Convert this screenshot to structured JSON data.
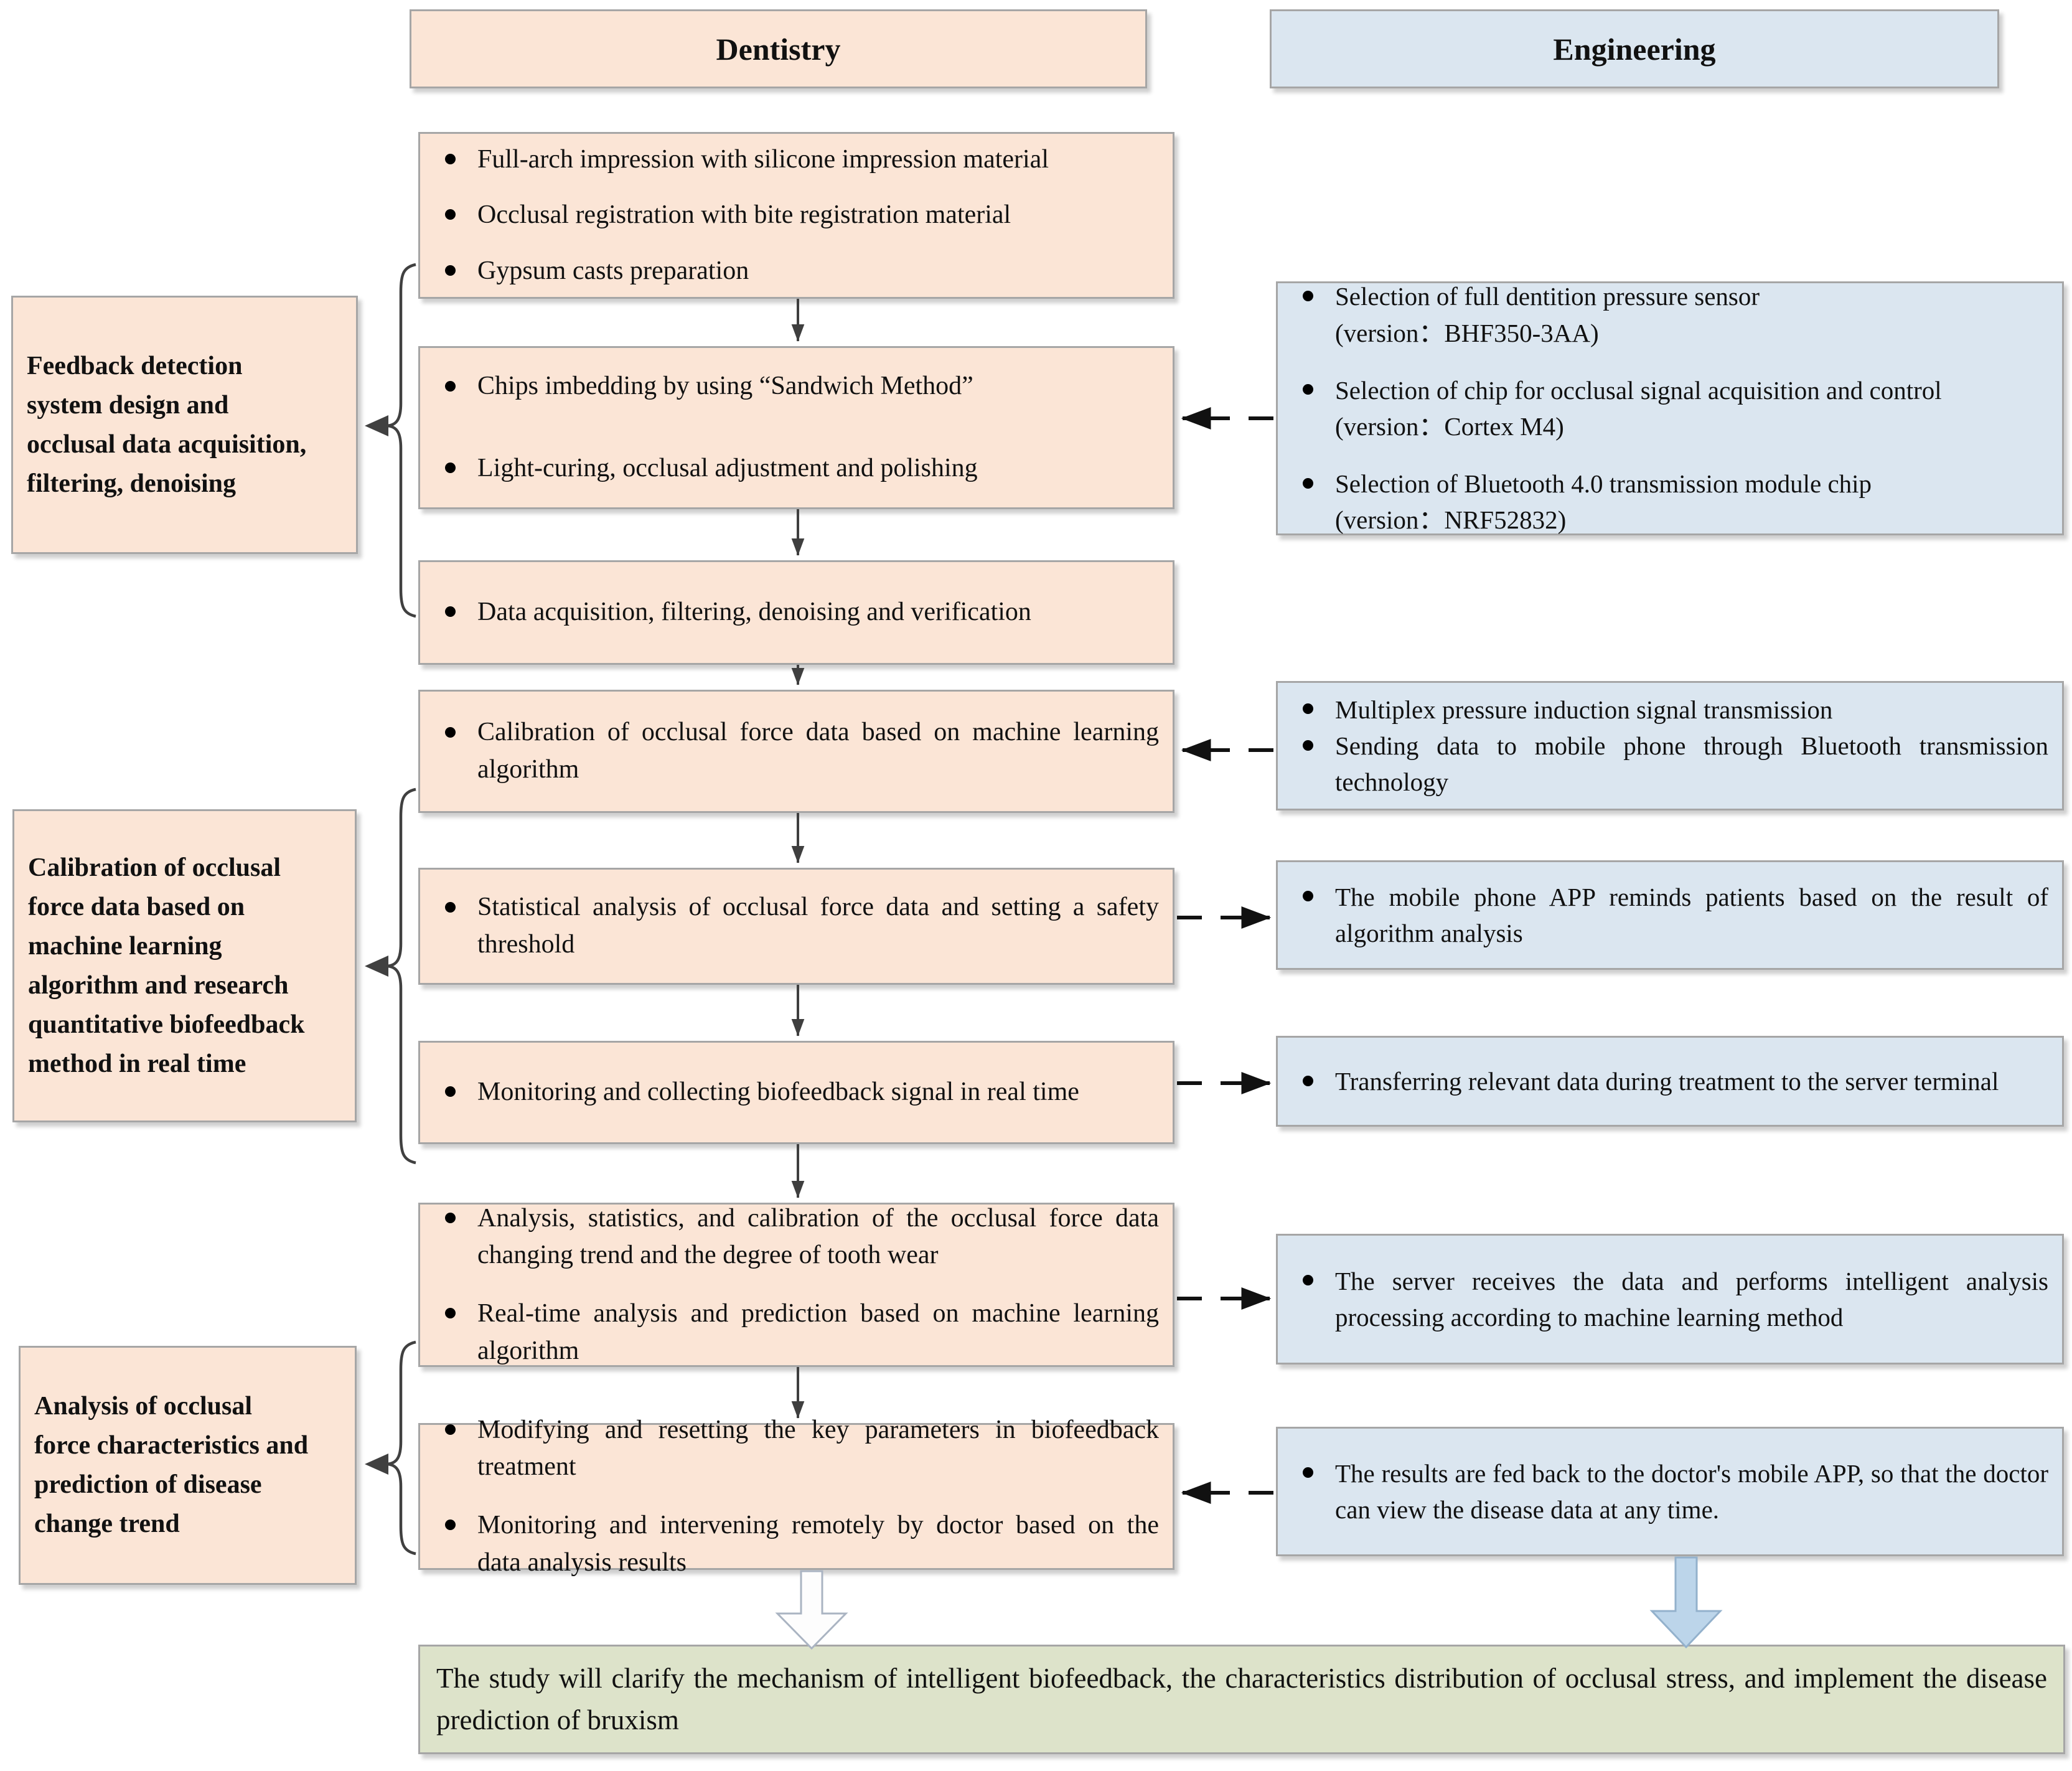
{
  "headers": {
    "dentistry": "Dentistry",
    "engineering": "Engineering"
  },
  "left_labels": [
    {
      "text": "Feedback detection\nsystem design and\nocclusal data acquisition,\nfiltering, denoising"
    },
    {
      "text": "Calibration of occlusal\nforce data based on\nmachine learning\nalgorithm and research\nquantitative biofeedback\nmethod in real time"
    },
    {
      "text": "Analysis of occlusal\nforce characteristics and\nprediction of disease\nchange trend"
    }
  ],
  "dentistry_column": {
    "boxes": [
      {
        "bullets": [
          "Full-arch impression with silicone impression material",
          "Occlusal registration with bite registration material",
          "Gypsum casts preparation"
        ]
      },
      {
        "bullets": [
          "Chips imbedding by using “Sandwich Method”",
          "Light-curing, occlusal adjustment and polishing"
        ]
      },
      {
        "bullets": [
          "Data acquisition, filtering, denoising and verification"
        ]
      },
      {
        "bullets": [
          "Calibration of occlusal force data based on machine learning algorithm"
        ]
      },
      {
        "bullets": [
          "Statistical analysis of occlusal force data and setting a safety threshold"
        ]
      },
      {
        "bullets": [
          "Monitoring and collecting biofeedback signal in real time"
        ]
      },
      {
        "bullets": [
          "Analysis, statistics, and calibration of the occlusal force data changing trend and the degree of tooth wear",
          "Real-time analysis and prediction based on machine learning algorithm"
        ]
      },
      {
        "bullets": [
          "Modifying and resetting the key parameters in biofeedback treatment",
          "Monitoring and intervening remotely by doctor based on the data analysis results"
        ]
      }
    ]
  },
  "engineering_column": {
    "boxes": [
      {
        "bullets": [
          {
            "text": "Selection of full dentition pressure sensor",
            "version": "(version：BHF350-3AA)"
          },
          {
            "text": "Selection of chip for occlusal signal acquisition and control",
            "version": "(version：Cortex M4)"
          },
          {
            "text": "Selection of Bluetooth 4.0 transmission module chip",
            "version": "(version：NRF52832)"
          }
        ]
      },
      {
        "bullets": [
          "Multiplex pressure induction signal transmission",
          "Sending data to mobile phone through Bluetooth transmission technology"
        ]
      },
      {
        "bullets": [
          "The mobile phone APP reminds patients based on the result of algorithm analysis"
        ]
      },
      {
        "bullets": [
          "Transferring relevant data during treatment to the server terminal"
        ]
      },
      {
        "bullets": [
          "The server receives the data and performs intelligent analysis processing according to machine learning method"
        ]
      },
      {
        "bullets": [
          "The results are fed back to the doctor's mobile APP, so that the doctor can view the disease data at any time."
        ]
      }
    ]
  },
  "summary": {
    "text": "The study will clarify the mechanism of intelligent biofeedback, the characteristics distribution of occlusal stress, and implement the disease prediction of bruxism"
  },
  "colors": {
    "dentistry_fill": "#fbe5d6",
    "engineering_fill": "#dbe6f0",
    "summary_fill": "#dde3ca",
    "box_border": "#a6a6a6",
    "connector": "#3f3f3f",
    "dashed_arrow": "#111111",
    "big_arrow_left_fill": "#fdfdfd",
    "big_arrow_right_fill": "#bcd5ea"
  }
}
